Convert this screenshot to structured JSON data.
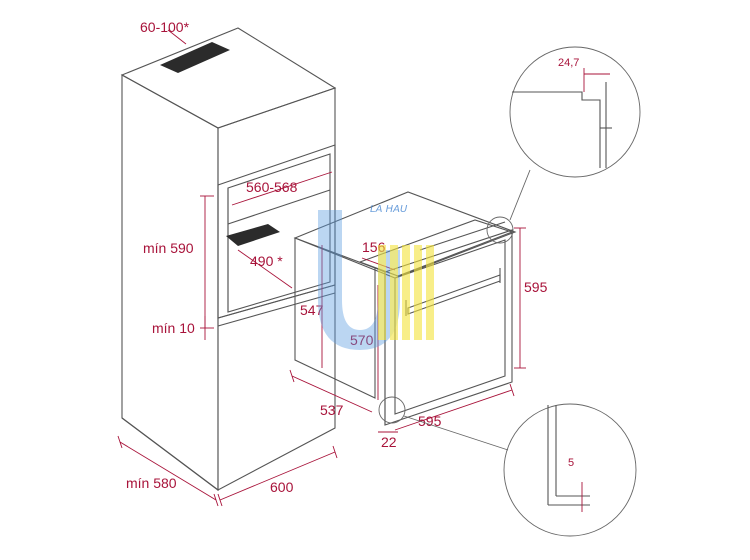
{
  "dimensions": {
    "top_vent": "60-100*",
    "niche_width": "560-568",
    "niche_min_height": "mín 590",
    "niche_depth": "490 *",
    "bottom_gap": "mín 10",
    "cabinet_depth": "mín 580",
    "cabinet_width": "600",
    "oven_depth_side": "547",
    "oven_top_offset": "156",
    "oven_body_height": "570",
    "oven_height": "595",
    "oven_depth": "537",
    "oven_width": "595",
    "door_offset": "22",
    "detail_top_gap": "24,7",
    "detail_bottom_gap": "5"
  },
  "watermark": {
    "text": "LA HAU"
  },
  "colors": {
    "dimension": "#a8133a",
    "outline": "#555555",
    "vent": "#2b2b2b",
    "watermark_blue": "#5a9be0",
    "watermark_yellow": "#f2e23a"
  }
}
